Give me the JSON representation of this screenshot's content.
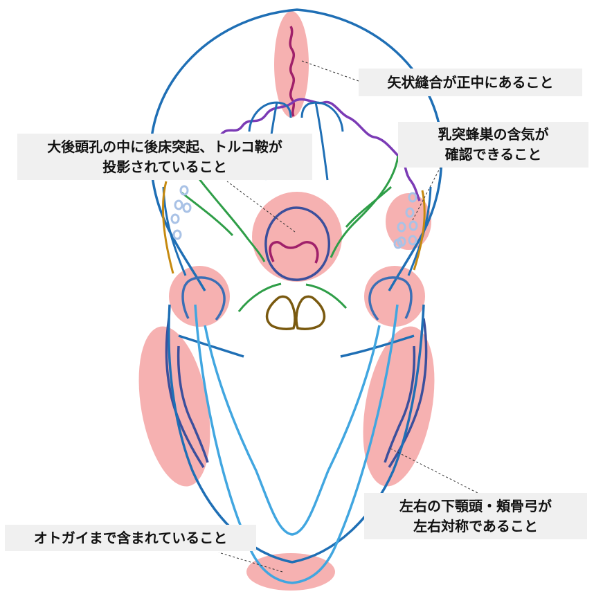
{
  "callouts": {
    "sagittal": {
      "lines": [
        "矢状縫合が正中にあること"
      ]
    },
    "mastoid": {
      "lines": [
        "乳突蜂巣の含気が",
        "確認できること"
      ]
    },
    "foramen": {
      "lines": [
        "大後頭孔の中に後床突起、トルコ鞍が",
        "投影されていること"
      ]
    },
    "mandible": {
      "lines": [
        "左右の下顎頭・頬骨弓が",
        "左右対称であること"
      ]
    },
    "chin": {
      "lines": [
        "オトガイまで含まれていること"
      ]
    }
  },
  "colors": {
    "highlight": "#f5a3a3",
    "skull_outline": "#1f6fb5",
    "mandible_line": "#41a6e0",
    "ramus_line": "#3b4f9c",
    "suture": "#a0206a",
    "lambdoid": "#7b3bb5",
    "petrous": "#2f9e48",
    "zygomatic": "#c68a10",
    "sella": "#7a5a10",
    "air_cells": "#a9c2e6",
    "callout_bg": "#f0f0f0"
  }
}
